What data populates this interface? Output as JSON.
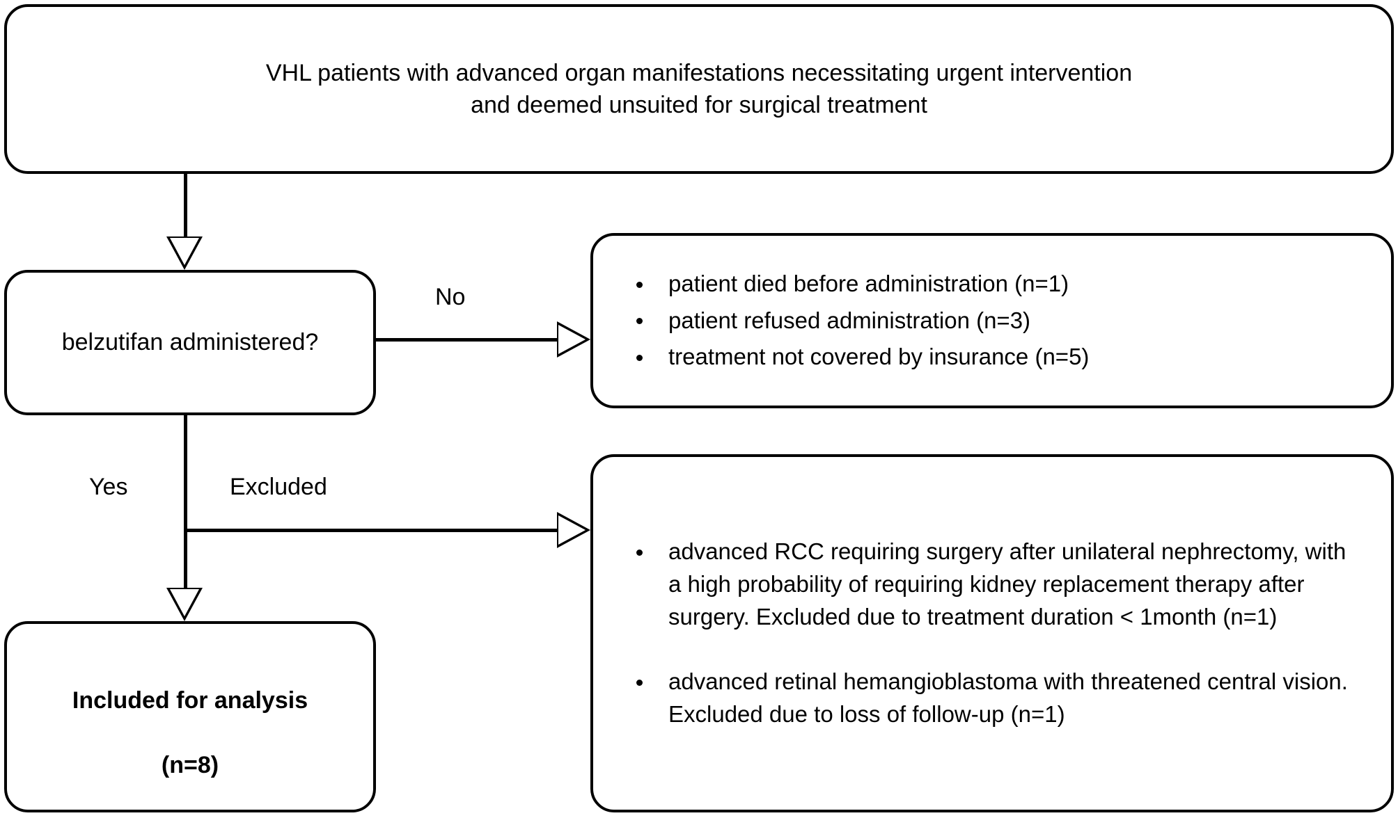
{
  "diagram": {
    "type": "flowchart",
    "title": "VHL belzutifan patient selection flow",
    "nodes": {
      "population": {
        "id": "population",
        "text": "VHL patients with advanced organ manifestations necessitating urgent intervention\nand deemed unsuited for surgical treatment"
      },
      "decision": {
        "id": "decision",
        "text": "belzutifan administered?"
      },
      "not_administered": {
        "id": "not-administered",
        "bullets": [
          "patient died before administration (n=1)",
          "patient refused administration (n=3)",
          "treatment not covered by insurance (n=5)"
        ]
      },
      "excluded_cases": {
        "id": "excluded-cases",
        "bullets": [
          "advanced RCC requiring surgery after unilateral nephrectomy, with a high probability of requiring kidney replacement therapy after surgery. Excluded due to treatment duration < 1month (n=1)",
          "advanced retinal hemangioblastoma with threatened central vision. Excluded due to loss of follow-up (n=1)"
        ]
      },
      "included": {
        "id": "included",
        "line1": "Included for analysis",
        "line2": "(n=8)"
      }
    },
    "edges": [
      {
        "id": "population-to-decision",
        "label": ""
      },
      {
        "id": "decision-to-not-administered",
        "label": "No"
      },
      {
        "id": "decision-to-included",
        "label": "Yes"
      },
      {
        "id": "decision-to-excluded",
        "label": "Excluded"
      }
    ],
    "labels": {
      "no": "No",
      "yes": "Yes",
      "excluded": "Excluded"
    },
    "colors": {
      "stroke": "#000000",
      "fill": "#ffffff",
      "text": "#000000"
    }
  }
}
